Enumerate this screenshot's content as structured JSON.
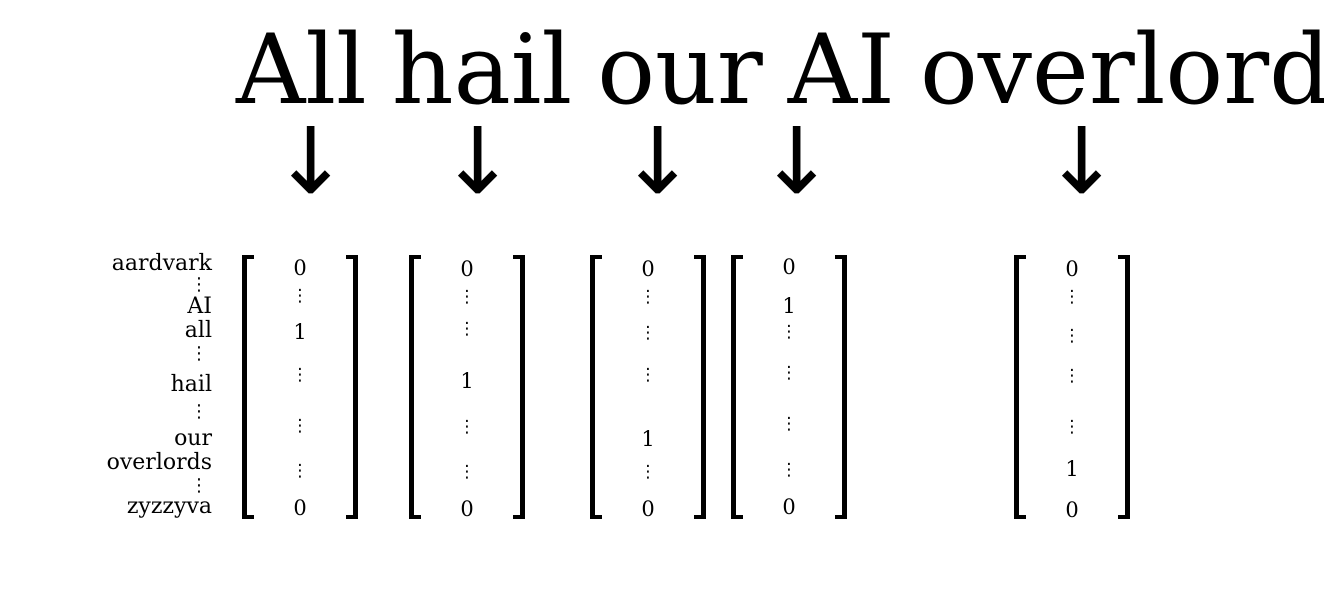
{
  "sentence": {
    "words": [
      "All",
      "hail",
      "our",
      "AI",
      "overlords"
    ]
  },
  "arrow_glyph": "↓",
  "vocabulary": {
    "rows": [
      {
        "label": "aardvark"
      },
      {
        "label": "⋮"
      },
      {
        "label": "AI"
      },
      {
        "label": "all"
      },
      {
        "label": "⋮"
      },
      {
        "label": "hail"
      },
      {
        "label": "⋮"
      },
      {
        "label": "our"
      },
      {
        "label": "overlords"
      },
      {
        "label": "⋮"
      },
      {
        "label": "zyzzyva"
      }
    ]
  },
  "vectors": [
    {
      "word": "All",
      "entries": [
        "0",
        "⋮",
        "1",
        "⋮",
        "⋮",
        "⋮",
        "0"
      ]
    },
    {
      "word": "hail",
      "entries": [
        "0",
        "⋮",
        "⋮",
        "1",
        "⋮",
        "⋮",
        "0"
      ]
    },
    {
      "word": "our",
      "entries": [
        "0",
        "⋮",
        "⋮",
        "⋮",
        "1",
        "⋮",
        "0"
      ]
    },
    {
      "word": "AI",
      "entries": [
        "0",
        "1",
        "⋮",
        "⋮",
        "⋮",
        "⋮",
        "0"
      ]
    },
    {
      "word": "overlords",
      "entries": [
        "0",
        "⋮",
        "⋮",
        "⋮",
        "⋮",
        "1",
        "0"
      ]
    }
  ]
}
